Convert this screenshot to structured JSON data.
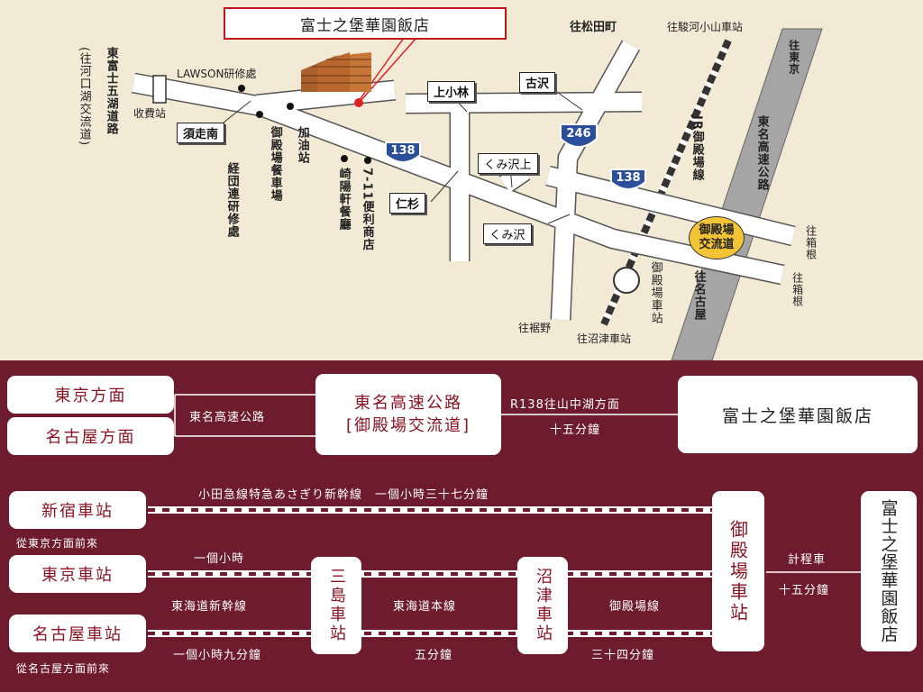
{
  "map": {
    "title": "富士之堡華園飯店",
    "shields": [
      "138",
      "246",
      "138"
    ],
    "labels": {
      "matsuda": "往松田町",
      "surugaoyama": "往駿河小山車站",
      "tokyo": "往東京",
      "tomei": "東名高速公路",
      "jr_gotemba_line": "JR御殿場線",
      "nagoya": "往名古屋",
      "hakone_1": "往箱根",
      "hakone_2": "往箱根",
      "susono": "往裾野",
      "numazu_station": "往沼津車站",
      "gotemba_station": "御殿場車站",
      "ic_line1": "御殿場",
      "ic_line2": "交流道",
      "lawson": "LAWSON研修處",
      "tollgate": "收費站",
      "fujigoko_road": "東富士五湖道路",
      "kawaguchiko_ic": "(往河口湖交流道)",
      "keidanren": "経団連研修處",
      "restaurant": "御殿場餐車場",
      "gas_station": "加油站",
      "kiyoken": "崎陽軒餐廳",
      "seven_eleven": "7-11便利商店",
      "kamikobayashi": "上小林",
      "furusawa": "古沢",
      "subashiriminami": "須走南",
      "kumisawa_kami": "くみ沢上",
      "nisugi": "仁杉",
      "kumisawa": "くみ沢"
    }
  },
  "car_routes": {
    "origin_tokyo": "東京方面",
    "origin_nagoya": "名古屋方面",
    "expressway_label": "東名高速公路",
    "ic_line1": "東名高速公路",
    "ic_line2": "[御殿場交流道]",
    "r138_label": "R138往山中湖方面",
    "r138_time": "十五分鐘",
    "hotel": "富士之堡華園飯店"
  },
  "rail_routes": {
    "shinjuku": "新宿車站",
    "shinjuku_note": "從東京方面前來",
    "odakyu_label": "小田急線特急あさぎり新幹線　一個小時三十七分鐘",
    "tokyo_station": "東京車站",
    "tokyo_time": "一個小時",
    "tokaido_shinkansen": "東海道新幹線",
    "nagoya_station": "名古屋車站",
    "nagoya_time": "一個小時九分鐘",
    "nagoya_note": "從名古屋方面前來",
    "mishima": "三島車站",
    "tokaido_main": "東海道本線",
    "mishima_time": "五分鐘",
    "numazu": "沼津車站",
    "gotemba_line": "御殿場線",
    "numazu_time": "三十四分鐘",
    "gotemba": "御殿場車站",
    "taxi": "計程車",
    "taxi_time": "十五分鐘",
    "hotel_vertical": "富士之堡華園飯店"
  },
  "colors": {
    "map_bg": "#f3ead6",
    "road": "#ffffff",
    "highway": "#a5a5a5",
    "rail": "#333333",
    "shield": "#2c4f9c",
    "interchange": "#f4c437",
    "hotel_marker": "#e11f26",
    "route_bg": "#6e1c2d",
    "card_text": "#8a1323"
  }
}
